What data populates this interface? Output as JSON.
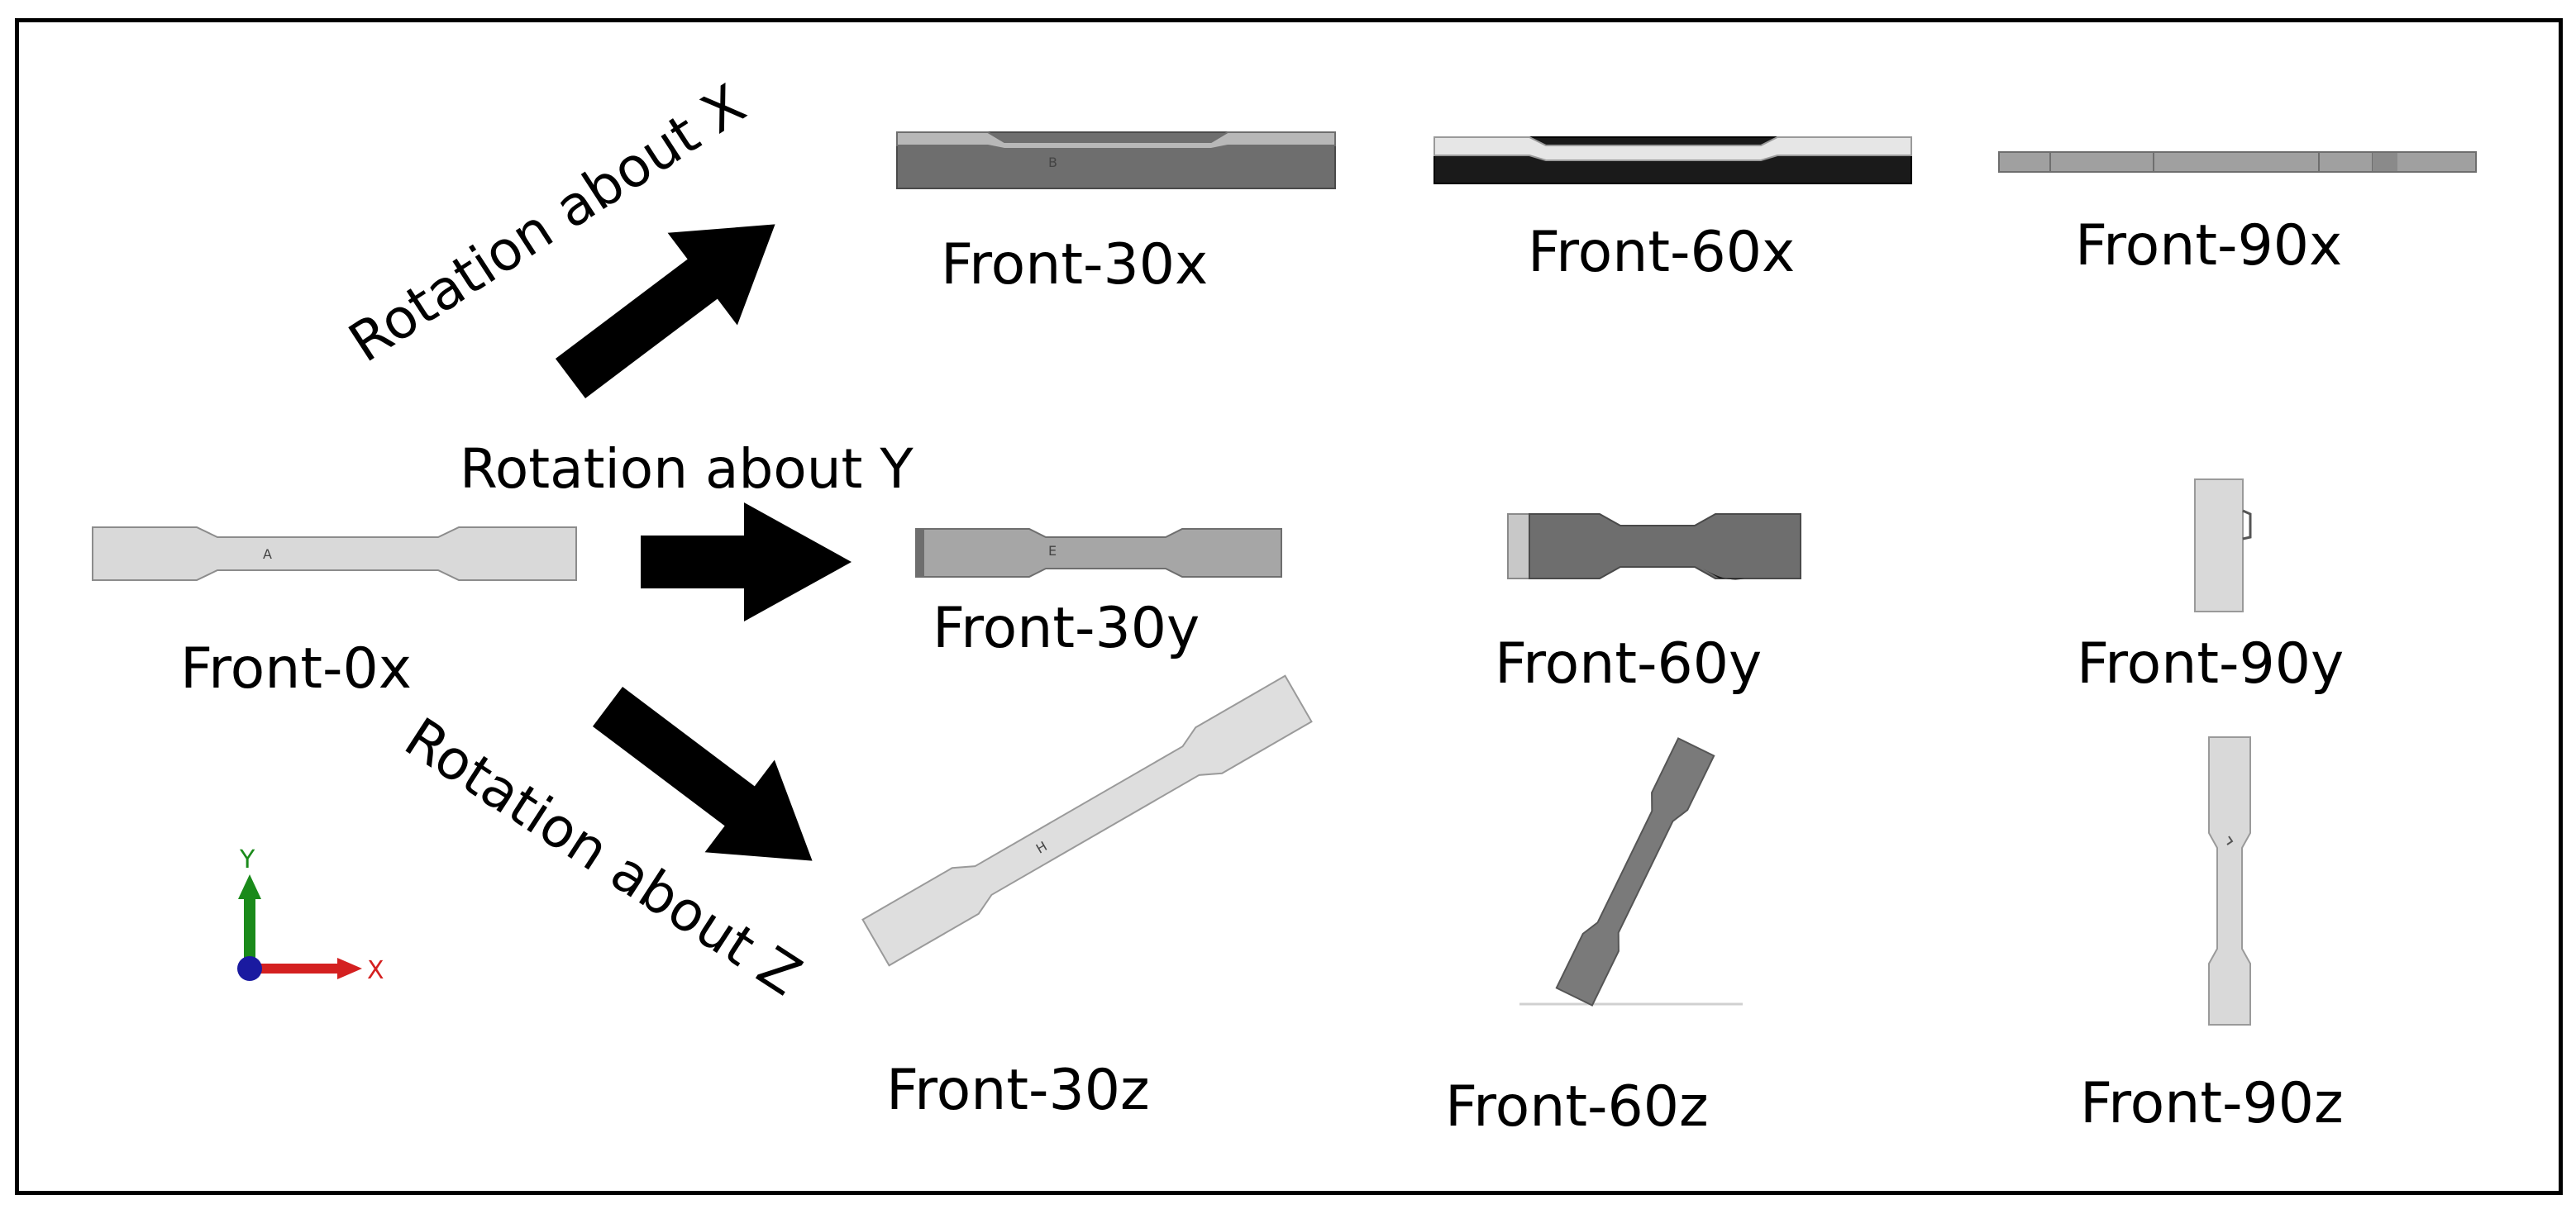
{
  "arrows": {
    "x": {
      "label": "Rotation about X"
    },
    "y": {
      "label": "Rotation about Y"
    },
    "z": {
      "label": "Rotation about Z"
    }
  },
  "views": {
    "front_0x": {
      "label": "Front-0x",
      "marker": "A"
    },
    "front_30x": {
      "label": "Front-30x",
      "marker": "B"
    },
    "front_60x": {
      "label": "Front-60x"
    },
    "front_90x": {
      "label": "Front-90x"
    },
    "front_30y": {
      "label": "Front-30y",
      "marker": "E"
    },
    "front_60y": {
      "label": "Front-60y"
    },
    "front_90y": {
      "label": "Front-90y"
    },
    "front_30z": {
      "label": "Front-30z",
      "marker": "H"
    },
    "front_60z": {
      "label": "Front-60z"
    },
    "front_90z": {
      "label": "Front-90z"
    }
  },
  "triad": {
    "y_label": "Y",
    "x_label": "X",
    "colors": {
      "y": "#1a8a1a",
      "x": "#d42020",
      "origin": "#1a1aa0"
    }
  },
  "colors": {
    "specimen_light": "#d9d9d9",
    "specimen_mid": "#a6a6a6",
    "specimen_dark": "#6e6e6e",
    "specimen_black": "#1a1a1a",
    "arrow": "#000000"
  }
}
